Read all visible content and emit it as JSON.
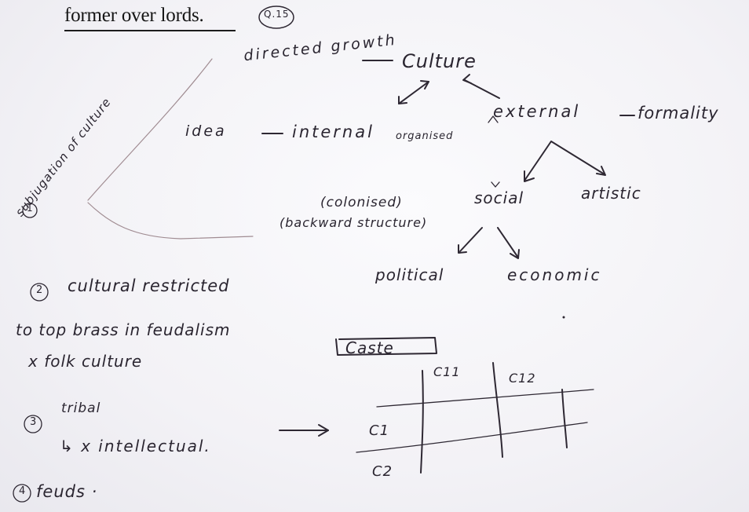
{
  "printed_line": "former over lords.",
  "margin_note": "Q.15",
  "diagram": {
    "directed_growth": "directed growth",
    "culture": "Culture",
    "idea": "idea",
    "internal": "internal",
    "organised": "organised",
    "external": "external",
    "formality": "formality",
    "social": "social",
    "artistic": "artistic",
    "colonised": "(colonised)",
    "backward_structure": "(backward structure)",
    "political": "political",
    "economic": "economic",
    "side_label": "subjugation of culture",
    "side_number": "1"
  },
  "notes": {
    "n2_number": "2",
    "n2_line1": "cultural restricted",
    "n2_line2": "to top brass in feudalism",
    "n2_line3": "x folk culture",
    "n3_number": "3",
    "n3_line1": "tribal",
    "n3_line2": "↳ x intellectual.",
    "n4_number": "4",
    "n4_line1": "feuds ·"
  },
  "grid": {
    "title": "Caste",
    "col1": "C11",
    "col2": "C12",
    "row1": "C1",
    "row2": "C2"
  }
}
